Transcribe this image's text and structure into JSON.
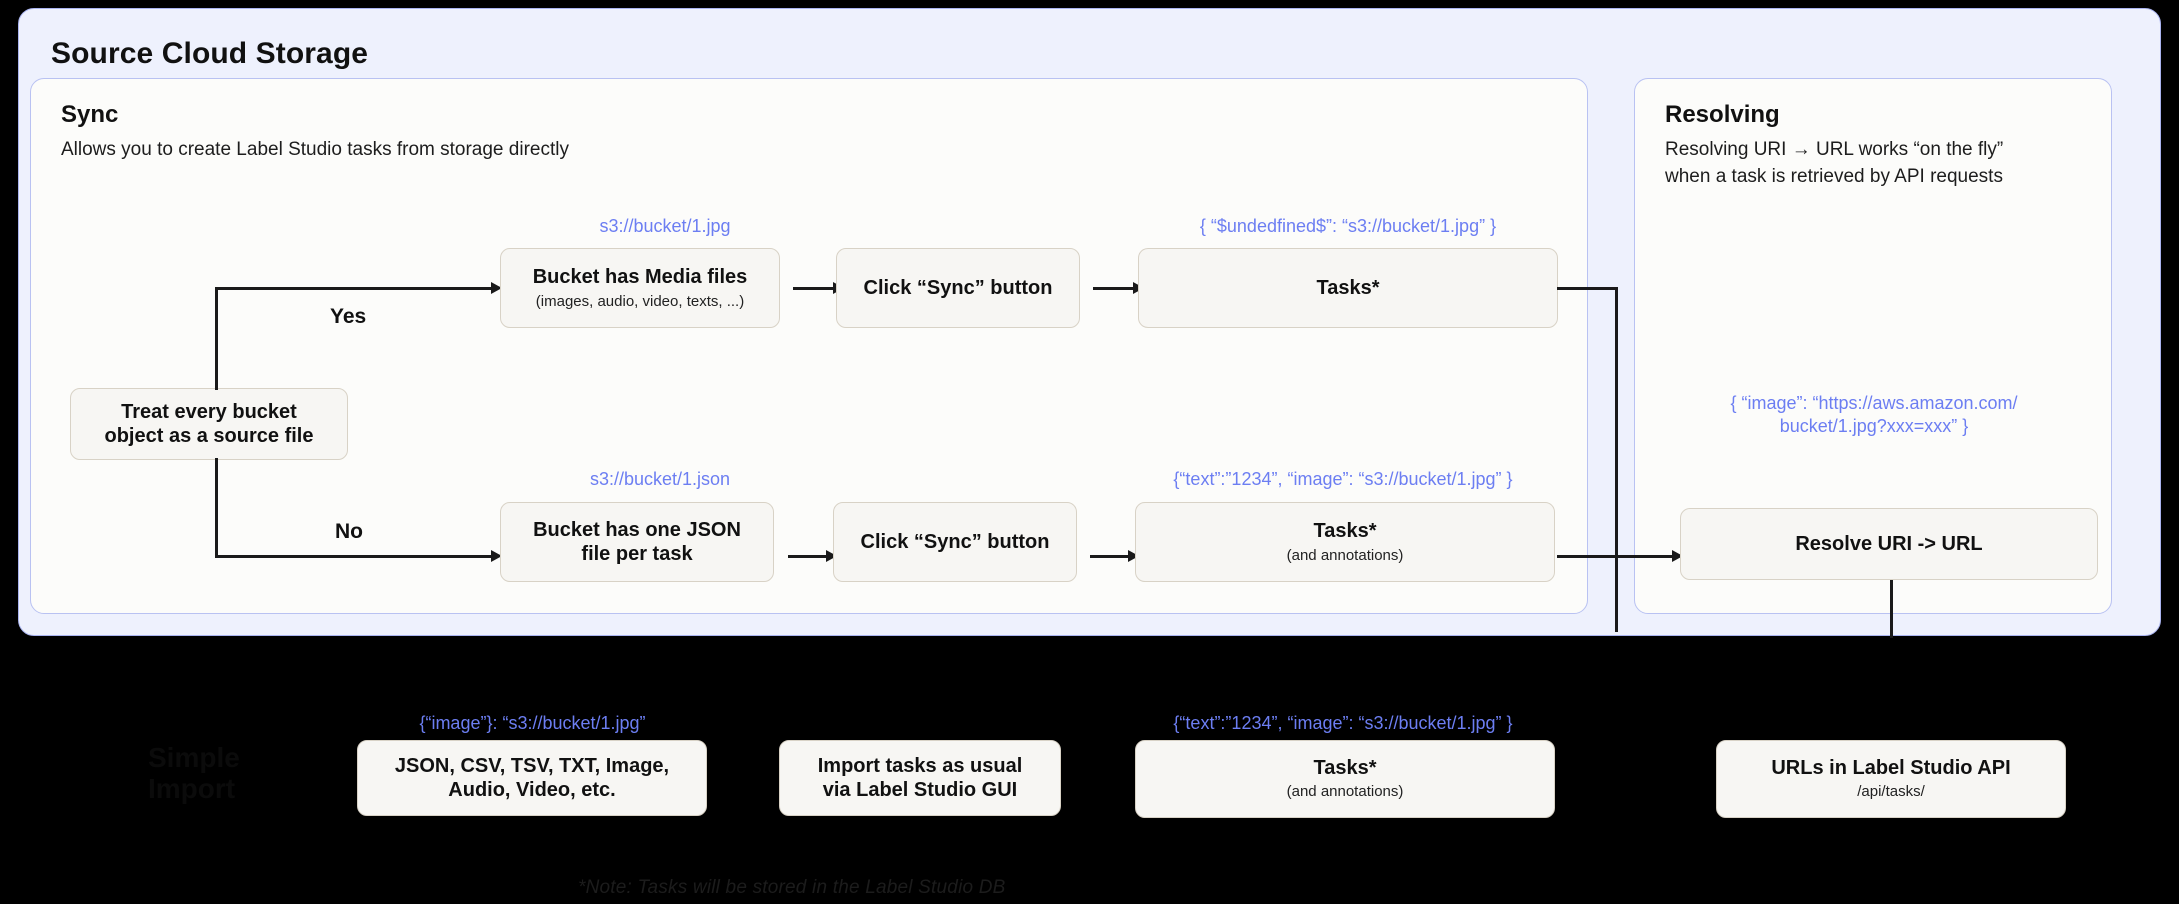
{
  "diagram": {
    "title": "Source Cloud Storage",
    "sync_panel": {
      "heading": "Sync",
      "subtitle": "Allows you to create Label Studio tasks from storage directly",
      "branch_yes": "Yes",
      "branch_no": "No",
      "decision_box": "Treat every bucket\nobject as a source file",
      "yes_row": {
        "uri_label": "s3://bucket/1.jpg",
        "box1_title": "Bucket has Media files",
        "box1_sub": "(images, audio, video, texts, ...)",
        "box2_title": "Click “Sync” button",
        "tasks_json": "{ “$undedfined$”: “s3://bucket/1.jpg” }",
        "tasks_title": "Tasks*"
      },
      "no_row": {
        "uri_label": "s3://bucket/1.json",
        "box1_title": "Bucket has one JSON\nfile per task",
        "box2_title": "Click “Sync” button",
        "tasks_json": "{“text”:”1234”,  “image”: “s3://bucket/1.jpg” }",
        "tasks_title": "Tasks*",
        "tasks_sub": "(and annotations)"
      }
    },
    "resolving_panel": {
      "heading": "Resolving",
      "subtitle": "Resolving URI → URL works “on the fly”\nwhen a task is retrieved by API requests",
      "url_json": "{ “image”: “https://aws.amazon.com/\nbucket/1.jpg?xxx=xxx” }",
      "resolve_box": "Resolve URI -> URL"
    },
    "bottom_row": {
      "watermark": "Simple\nImport",
      "formats_json": "{“image”}: “s3://bucket/1.jpg”",
      "formats_box": "JSON, CSV, TSV, TXT, Image,\nAudio, Video, etc.",
      "import_box": "Import tasks as usual\nvia Label Studio GUI",
      "tasks_json": "{“text”:”1234”,  “image”: “s3://bucket/1.jpg” }",
      "tasks_title": "Tasks*",
      "tasks_sub": "(and annotations)",
      "api_title": "URLs in Label Studio API",
      "api_sub": "/api/tasks/"
    },
    "footnote": "*Note: Tasks will be stored in the Label Studio DB"
  },
  "colors": {
    "accent_blue": "#6c7ef2",
    "panel_border": "#b9c2f2",
    "card_bg": "#eef1fd",
    "box_bg": "#f7f6f3",
    "box_border": "#d8d2c6",
    "background": "#000000"
  }
}
